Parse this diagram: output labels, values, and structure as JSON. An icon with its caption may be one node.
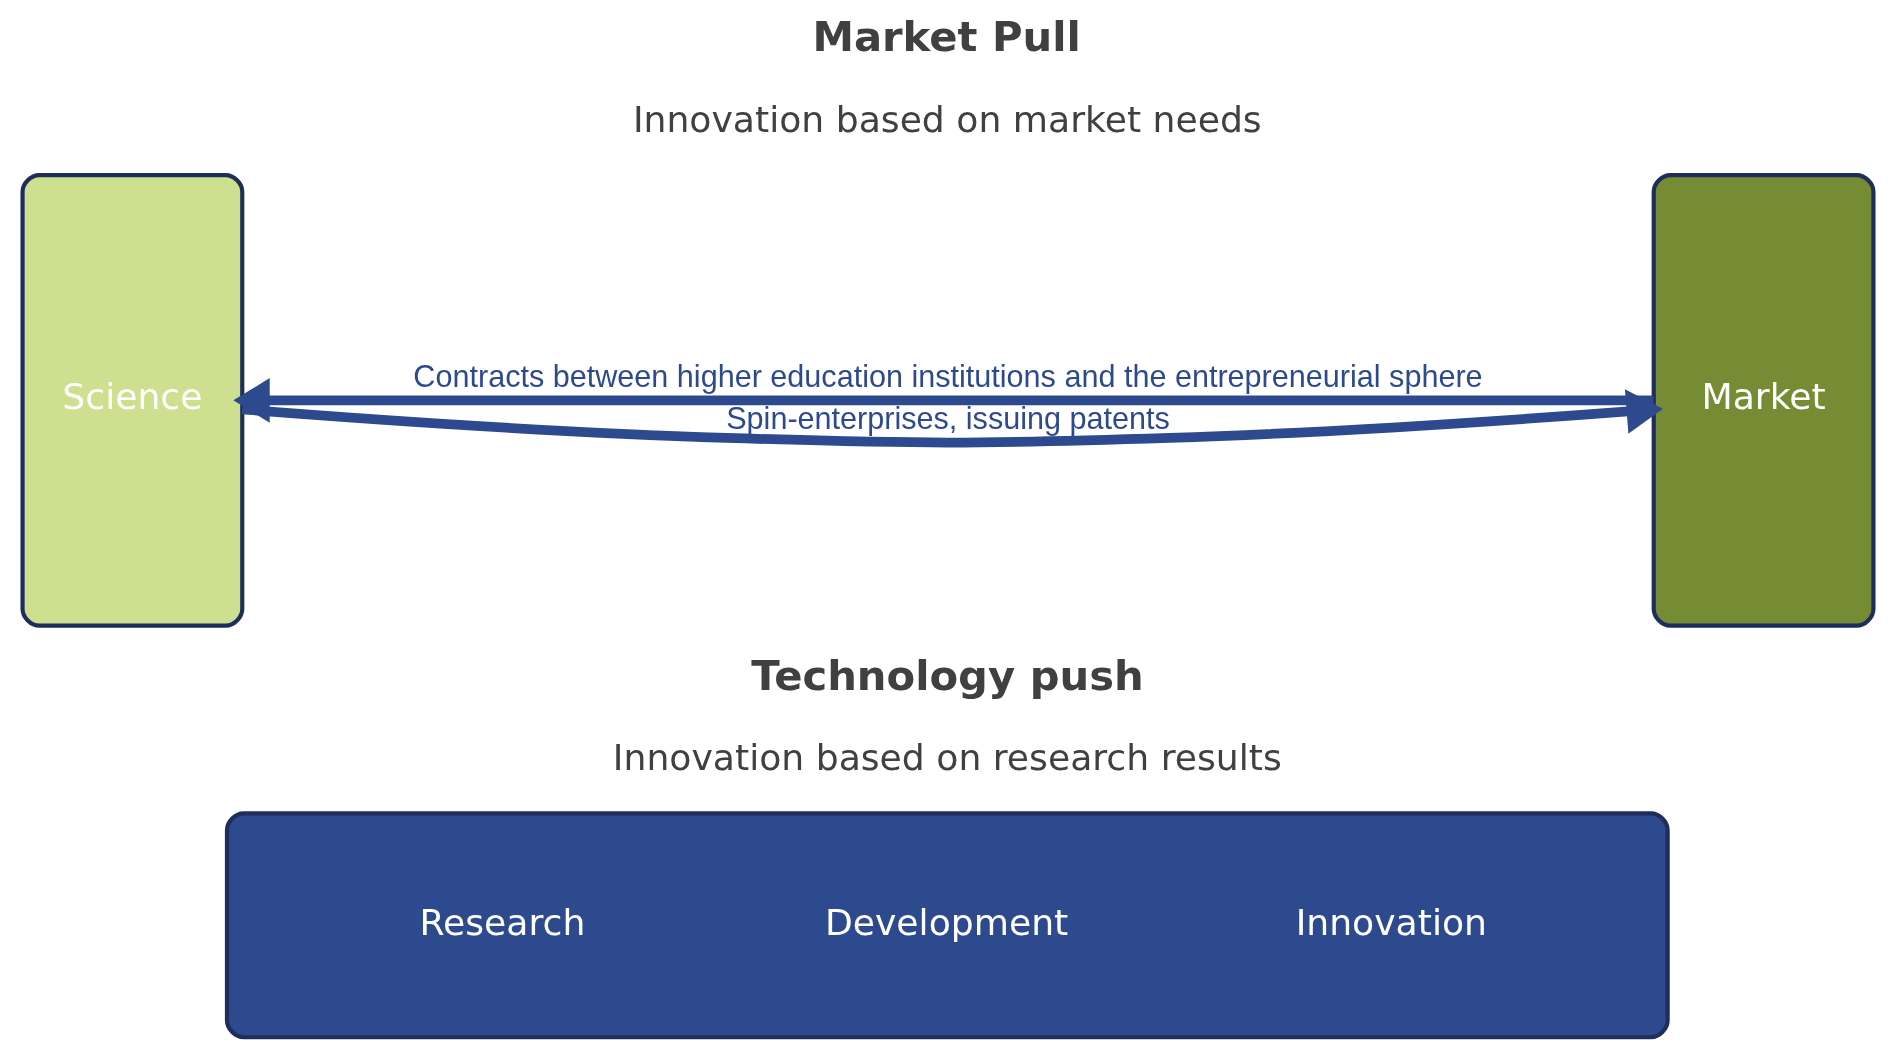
{
  "diagram": {
    "nodes": [
      {
        "text": [
          "Science"
        ]
      },
      {
        "text": [
          "Market"
        ]
      },
      {
        "text": [
          "Research",
          "Development",
          "Innovation"
        ]
      }
    ],
    "edges": [
      {
        "from": 1,
        "to": 0,
        "arrow": "to",
        "label": "Contracts between higher education institutions and the entrepreneurial sphere"
      },
      {
        "from": 0,
        "to": 1,
        "arrow": "to",
        "label": "Spin-enterprises, issuing patents"
      }
    ],
    "labels": [
      "Market Pull",
      "Innovation based on market needs",
      "Technology push",
      "Innovation based on research results"
    ]
  }
}
